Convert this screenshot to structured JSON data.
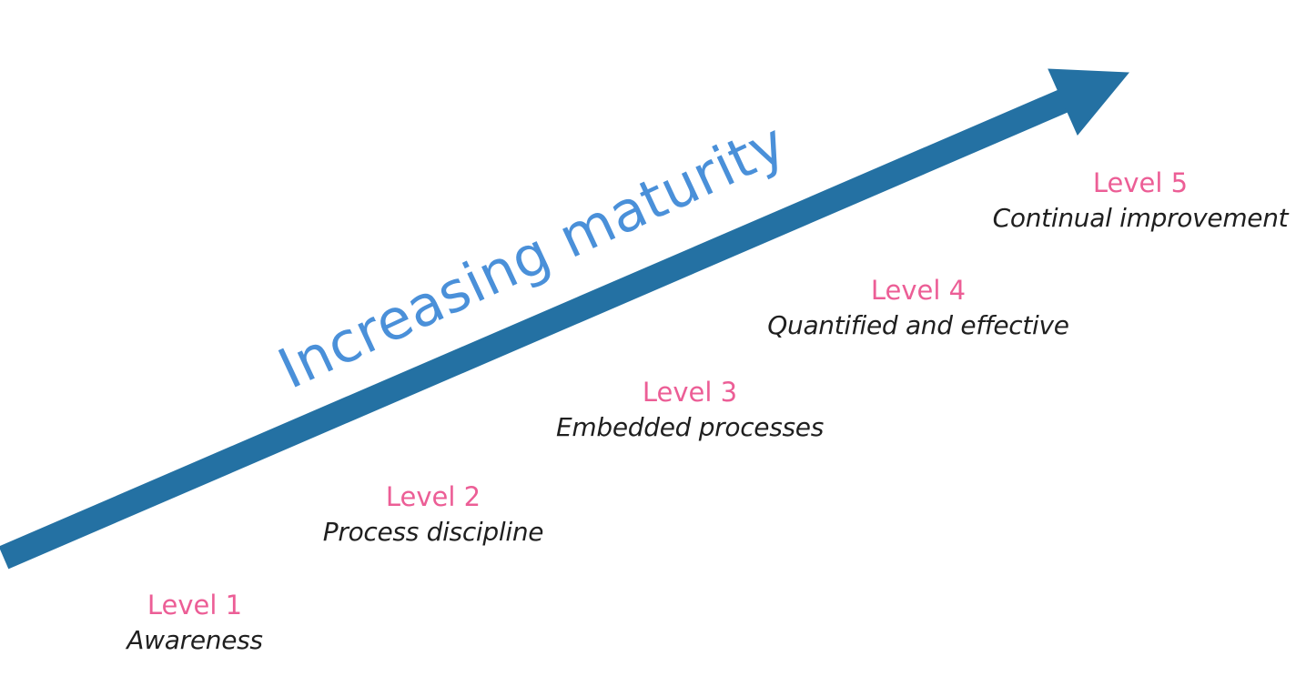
{
  "colors": {
    "arrow": "#2471a3",
    "caption": "#4a90d9",
    "level_title": "#ec5e96",
    "level_desc": "#1f1f1f",
    "background": "#ffffff"
  },
  "arrow": {
    "icon": "arrow-up-right-icon",
    "caption": "Increasing maturity"
  },
  "levels": [
    {
      "title": "Level 1",
      "description": "Awareness"
    },
    {
      "title": "Level 2",
      "description": "Process discipline"
    },
    {
      "title": "Level 3",
      "description": "Embedded processes"
    },
    {
      "title": "Level 4",
      "description": "Quantified and effective"
    },
    {
      "title": "Level 5",
      "description": "Continual improvement"
    }
  ]
}
